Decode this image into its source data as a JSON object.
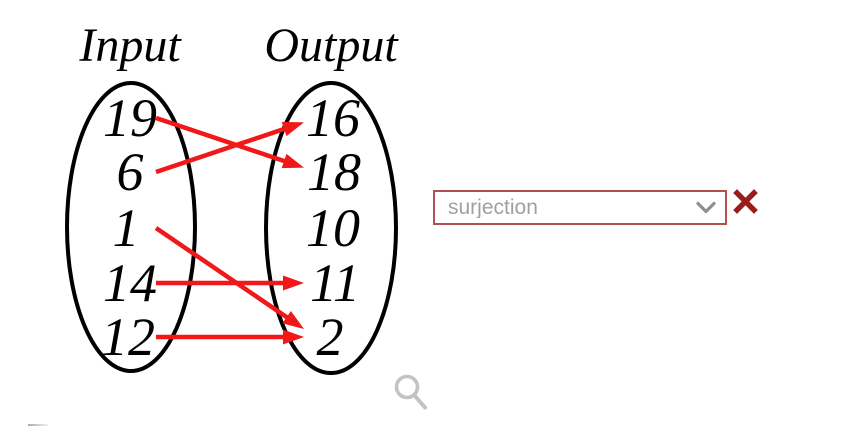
{
  "diagram": {
    "input_label": "Input",
    "output_label": "Output",
    "inputs": [
      "19",
      "6",
      "1",
      "14",
      "12"
    ],
    "outputs": [
      "16",
      "18",
      "10",
      "11",
      "2"
    ],
    "mappings": [
      {
        "from": "19",
        "to": "18"
      },
      {
        "from": "6",
        "to": "16"
      },
      {
        "from": "1",
        "to": "2"
      },
      {
        "from": "14",
        "to": "11"
      },
      {
        "from": "12",
        "to": "2"
      }
    ],
    "arrow_color": "#f01818",
    "outline_color": "#000000",
    "text_color": "#000000"
  },
  "answer": {
    "selected_option": "surjection",
    "text_color": "#a0a0a0",
    "border_color": "#b0504f",
    "chevron_color": "#909090",
    "status_icon_color": "#9c1b1b"
  },
  "icons": {
    "zoom_color": "#c3c3c3"
  }
}
